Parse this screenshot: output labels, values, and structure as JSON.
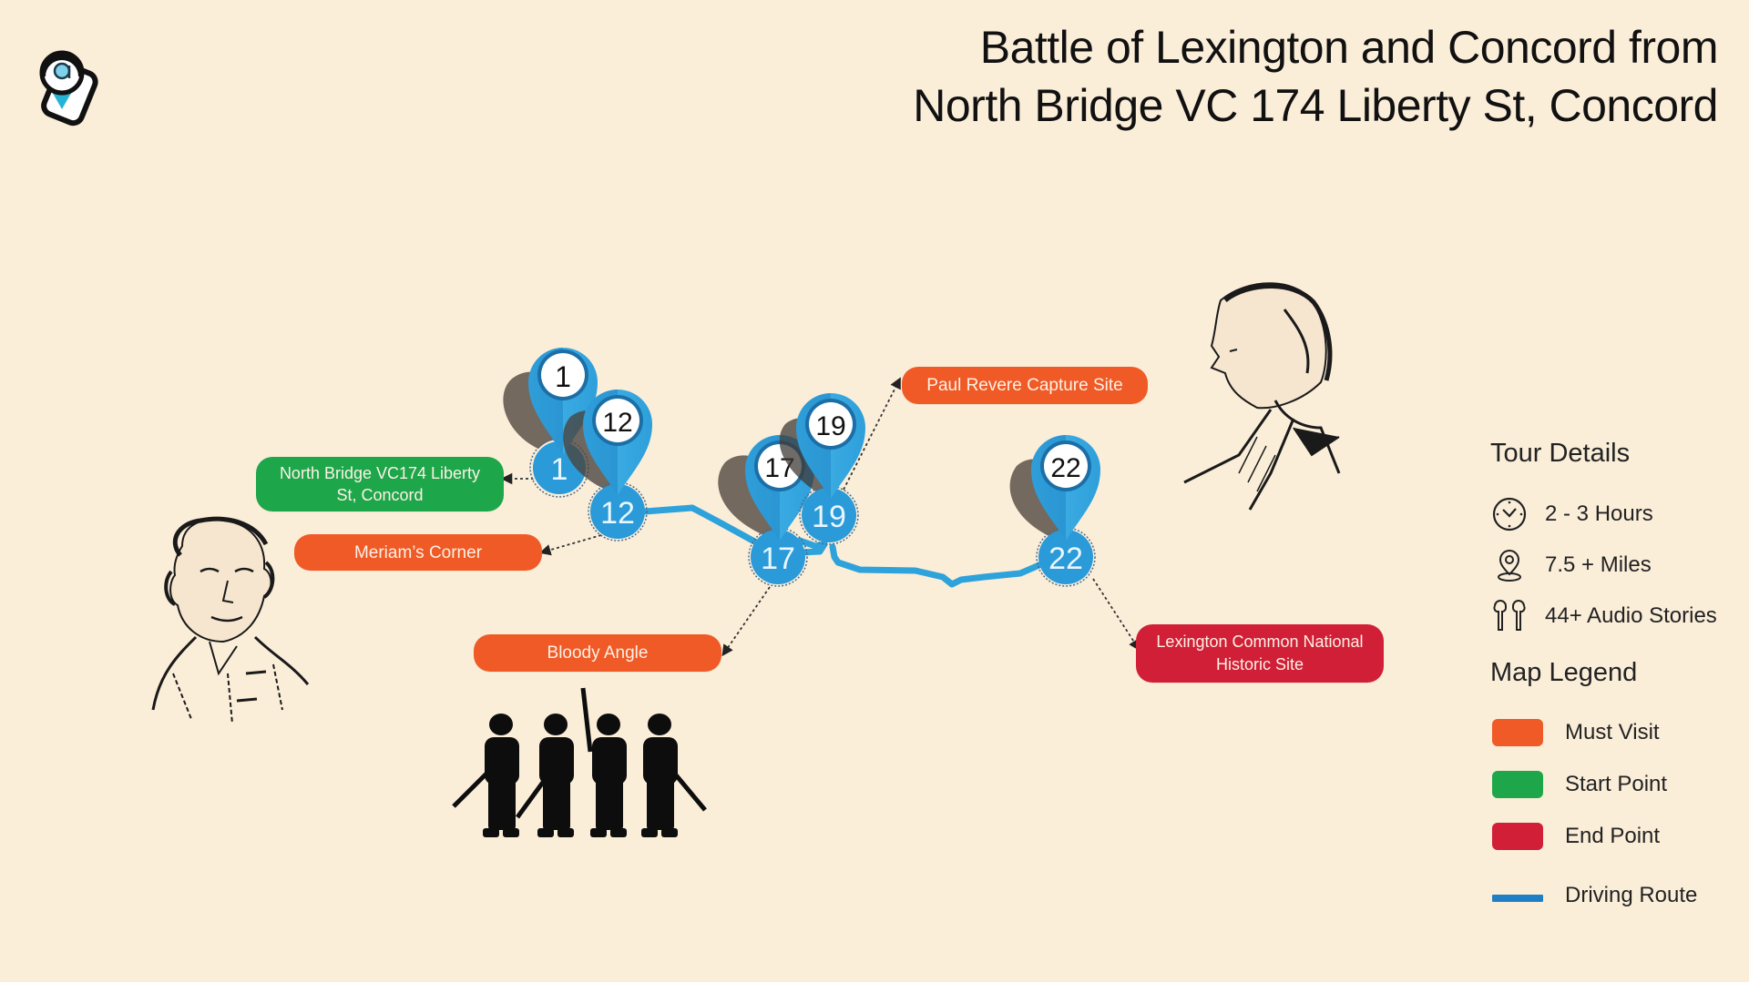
{
  "title": {
    "line1": "Battle of Lexington and Concord from",
    "line2": "North Bridge VC 174 Liberty St, Concord"
  },
  "logo": {
    "icon": "audio-tour-pin-logo",
    "letter": "a"
  },
  "colors": {
    "background": "#fbeed9",
    "must_visit": "#ef5a26",
    "start_point": "#1ea64a",
    "end_point": "#d01f37",
    "driving_route": "#1f7fc4",
    "marker_blue": "#2a9ad8",
    "route_line": "#2ea2db"
  },
  "markers": [
    {
      "number": "1",
      "pin_label": "1"
    },
    {
      "number": "12",
      "pin_label": "12"
    },
    {
      "number": "17",
      "pin_label": "17"
    },
    {
      "number": "19",
      "pin_label": "19"
    },
    {
      "number": "22",
      "pin_label": "22"
    }
  ],
  "labels": {
    "north_bridge": "North Bridge VC174 Liberty St, Concord",
    "meriams_corner": "Meriam’s Corner",
    "bloody_angle": "Bloody Angle",
    "paul_revere": "Paul Revere Capture Site",
    "lexington_common": "Lexington Common National Historic Site"
  },
  "tour_details": {
    "heading": "Tour Details",
    "items": [
      {
        "icon": "clock-icon",
        "text": "2 - 3 Hours"
      },
      {
        "icon": "location-pin-icon",
        "text": "7.5 +  Miles"
      },
      {
        "icon": "earbuds-icon",
        "text": "44+ Audio Stories"
      }
    ]
  },
  "map_legend": {
    "heading": "Map Legend",
    "items": [
      {
        "type": "swatch",
        "color": "#ef5a26",
        "text": "Must Visit"
      },
      {
        "type": "swatch",
        "color": "#1ea64a",
        "text": "Start Point"
      },
      {
        "type": "swatch",
        "color": "#d01f37",
        "text": "End Point"
      },
      {
        "type": "line",
        "color": "#1f7fc4",
        "text": "Driving Route"
      }
    ]
  },
  "illustrations": {
    "left_portrait": "colonial-officer-portrait",
    "right_portrait": "profile-portrait",
    "soldiers": "soldier-silhouettes"
  }
}
